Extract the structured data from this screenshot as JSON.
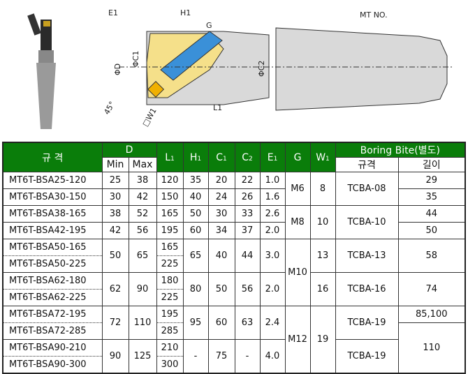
{
  "drawing": {
    "labels": {
      "e1": "E1",
      "h1": "H1",
      "g": "G",
      "mt": "MT NO.",
      "d": "ΦD",
      "c1": "ΦC1",
      "c2": "ΦC2",
      "l1": "L1",
      "angle": "45°",
      "w1": "□W1"
    }
  },
  "table": {
    "headers": {
      "spec": "규 격",
      "d": "D",
      "min": "Min",
      "max": "Max",
      "l1": "L",
      "h1": "H",
      "c1": "C",
      "c2": "C",
      "e1": "E",
      "g": "G",
      "w1": "W",
      "sub1": "1",
      "sub2": "2",
      "boring": "Boring Bite(별도)",
      "bspec": "규격",
      "blen": "길이"
    },
    "rows": [
      {
        "model": "MT6T-BSA25-120",
        "min": "25",
        "max": "38",
        "l1": "120",
        "h1": "35",
        "c1": "20",
        "c2": "22",
        "e1": "1.0",
        "len": "29"
      },
      {
        "model": "MT6T-BSA30-150",
        "min": "30",
        "max": "42",
        "l1": "150",
        "h1": "40",
        "c1": "24",
        "c2": "26",
        "e1": "1.6",
        "len": "35"
      },
      {
        "model": "MT6T-BSA38-165",
        "min": "38",
        "max": "52",
        "l1": "165",
        "h1": "50",
        "c1": "30",
        "c2": "33",
        "e1": "2.6",
        "len": "44"
      },
      {
        "model": "MT6T-BSA42-195",
        "min": "42",
        "max": "56",
        "l1": "195",
        "h1": "60",
        "c1": "34",
        "c2": "37",
        "e1": "2.0",
        "len": "50"
      },
      {
        "model": "MT6T-BSA50-165",
        "min": "50",
        "max": "65",
        "l1": "165",
        "h1": "65",
        "c1": "40",
        "c2": "44",
        "e1": "3.0"
      },
      {
        "model": "MT6T-BSA50-225",
        "l1": "225"
      },
      {
        "model": "MT6T-BSA62-180",
        "min": "62",
        "max": "90",
        "l1": "180",
        "h1": "80",
        "c1": "50",
        "c2": "56",
        "e1": "2.0"
      },
      {
        "model": "MT6T-BSA62-225",
        "l1": "225"
      },
      {
        "model": "MT6T-BSA72-195",
        "min": "72",
        "max": "110",
        "l1": "195",
        "h1": "95",
        "c1": "60",
        "c2": "63",
        "e1": "2.4"
      },
      {
        "model": "MT6T-BSA72-285",
        "l1": "285"
      },
      {
        "model": "MT6T-BSA90-210",
        "min": "90",
        "max": "125",
        "l1": "210",
        "h1": "-",
        "c1": "75",
        "c2": "-",
        "e1": "4.0"
      },
      {
        "model": "MT6T-BSA90-300",
        "l1": "300"
      }
    ],
    "groups": {
      "g": [
        "M6",
        "M8",
        "M10",
        "M12"
      ],
      "w1": [
        "8",
        "10",
        "13",
        "16",
        "19"
      ],
      "bite": [
        "TCBA-08",
        "TCBA-10",
        "TCBA-13",
        "TCBA-16",
        "TCBA-19",
        "TCBA-19"
      ],
      "len": [
        "58",
        "74",
        "85,100",
        "110"
      ]
    }
  }
}
